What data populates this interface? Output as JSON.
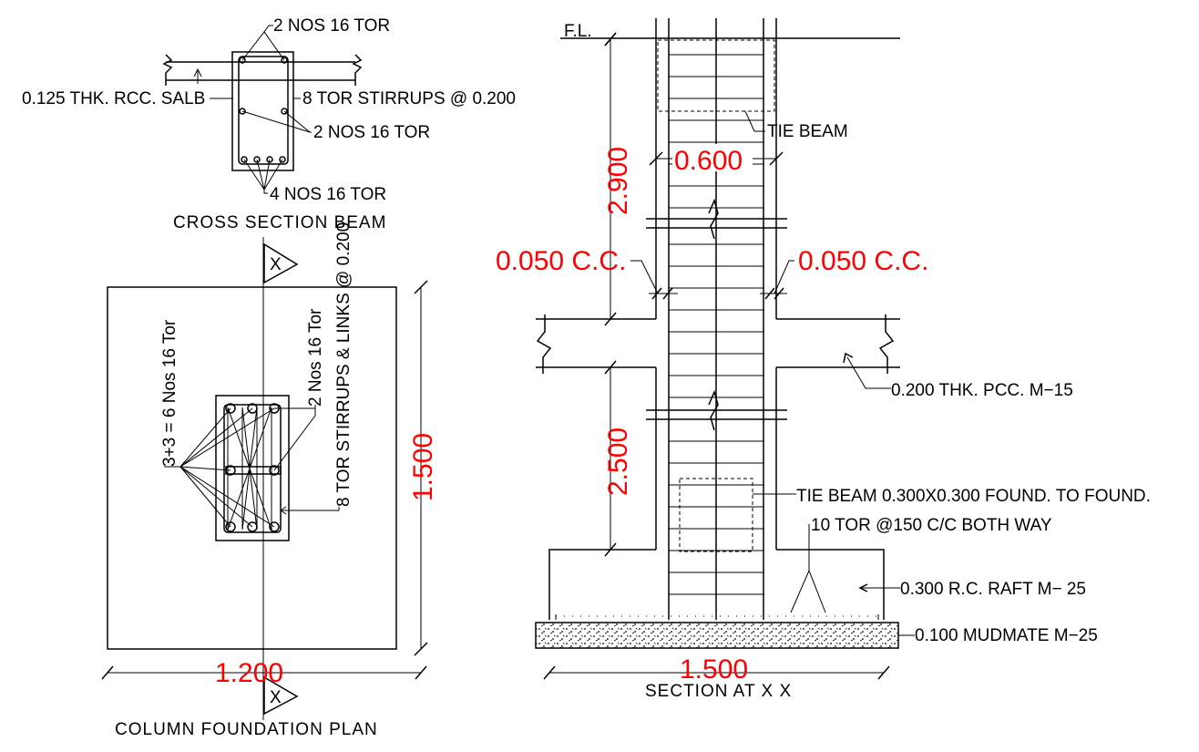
{
  "beam_section": {
    "top_bars": "2 NOS 16 TOR",
    "slab": "0.125 THK. RCC. SALB",
    "stirrups": "8 TOR STIRRUPS @ 0.200",
    "side_bars": "2 NOS 16 TOR",
    "bottom_bars": "4 NOS 16 TOR",
    "title": "CROSS SECTION BEAM"
  },
  "plan": {
    "bars_total": "3+3 = 6 Nos 16 Tor",
    "bars_extra": "2 Nos 16 Tor",
    "links": "8 TOR STIRRUPS & LINKS @ 0.200",
    "section_mark": "X",
    "width_dim": "1.200",
    "length_dim": "1.500",
    "title": "COLUMN FOUNDATION PLAN"
  },
  "section": {
    "fl": "F.L.",
    "tie_beam": "TIE BEAM",
    "col_width": "0.600",
    "height_upper": "2.900",
    "cover_left": "0.050 C.C.",
    "cover_right": "0.050 C.C.",
    "pcc": "0.200 THK. PCC. M−15",
    "height_lower": "2.500",
    "tie_beam_found": "TIE BEAM 0.300X0.300 FOUND. TO FOUND.",
    "raft_bars": "10 TOR @150 C/C BOTH WAY",
    "raft": "0.300 R.C. RAFT M− 25",
    "mudmat": "0.100 MUDMATE M−25",
    "width_dim": "1.500",
    "title": "SECTION AT X X"
  }
}
